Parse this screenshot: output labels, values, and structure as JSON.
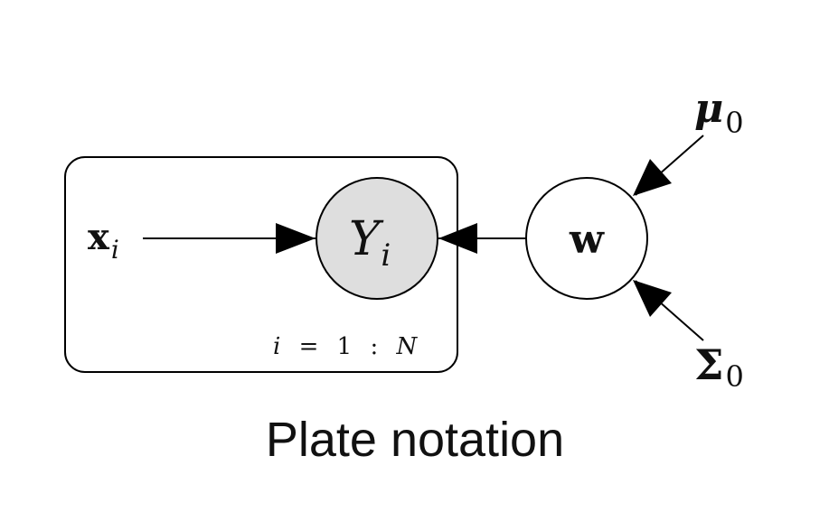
{
  "diagram": {
    "plate": {
      "index_var": "i",
      "equals": "=",
      "one": "1",
      "colon": ":",
      "upper": "N"
    },
    "nodes": {
      "x": {
        "base": "x",
        "sub": "i",
        "observed": true
      },
      "y": {
        "base": "Y",
        "sub": "i",
        "fill": "#dedede",
        "observed": true
      },
      "w": {
        "base": "w",
        "fill": "#ffffff"
      },
      "mu": {
        "base": "μ",
        "sub": "0"
      },
      "sigma": {
        "base": "Σ",
        "sub": "0"
      }
    },
    "edges": [
      {
        "from": "x",
        "to": "y"
      },
      {
        "from": "w",
        "to": "y"
      },
      {
        "from": "mu",
        "to": "w"
      },
      {
        "from": "sigma",
        "to": "w"
      }
    ],
    "caption": "Plate notation"
  }
}
